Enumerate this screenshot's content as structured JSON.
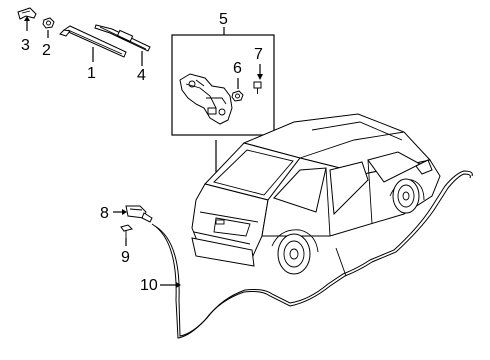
{
  "diagram": {
    "callouts": {
      "c1": "1",
      "c2": "2",
      "c3": "3",
      "c4": "4",
      "c5": "5",
      "c6": "6",
      "c7": "7",
      "c8": "8",
      "c9": "9",
      "c10": "10"
    },
    "parts": [
      {
        "callout": "1",
        "icon": "wiper-arm-icon"
      },
      {
        "callout": "2",
        "icon": "nut-icon"
      },
      {
        "callout": "3",
        "icon": "cap-icon"
      },
      {
        "callout": "4",
        "icon": "wiper-blade-icon"
      },
      {
        "callout": "5",
        "icon": "wiper-motor-icon"
      },
      {
        "callout": "6",
        "icon": "nut-icon"
      },
      {
        "callout": "7",
        "icon": "bolt-icon"
      },
      {
        "callout": "8",
        "icon": "washer-nozzle-icon"
      },
      {
        "callout": "9",
        "icon": "clip-icon"
      },
      {
        "callout": "10",
        "icon": "washer-hose-icon"
      }
    ]
  }
}
